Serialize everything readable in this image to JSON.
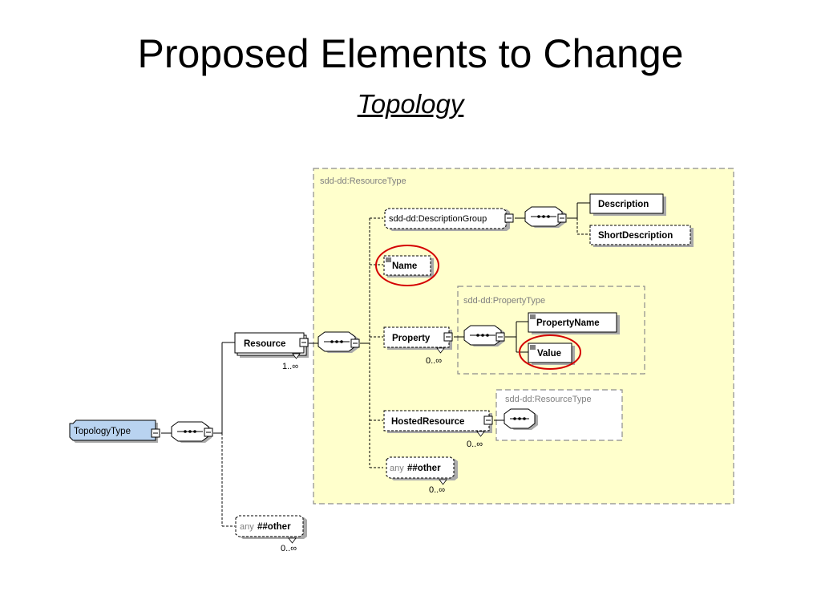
{
  "slide": {
    "title": "Proposed Elements to Change",
    "subtitle": "Topology"
  },
  "diagram": {
    "groups": {
      "resource_type": "sdd-dd:ResourceType",
      "property_type": "sdd-dd:PropertyType",
      "hosted_resource_type": "sdd-dd:ResourceType"
    },
    "elements": {
      "topology_type": "TopologyType",
      "resource": "Resource",
      "description_group": "sdd-dd:DescriptionGroup",
      "description": "Description",
      "short_description": "ShortDescription",
      "name": "Name",
      "property": "Property",
      "property_name": "PropertyName",
      "value": "Value",
      "hosted_resource": "HostedResource",
      "any_prefix": "any",
      "any_other": "##other"
    },
    "cardinalities": {
      "resource": "1..∞",
      "property": "0..∞",
      "hosted_resource": "0..∞",
      "inner_any": "0..∞",
      "outer_any": "0..∞"
    },
    "colors": {
      "group_fill": "#ffffcc",
      "group_border": "#8c8c8c",
      "topology_fill": "#b9d3f0",
      "highlight_circle": "#d40000",
      "shadow": "#aaaaaa"
    }
  }
}
